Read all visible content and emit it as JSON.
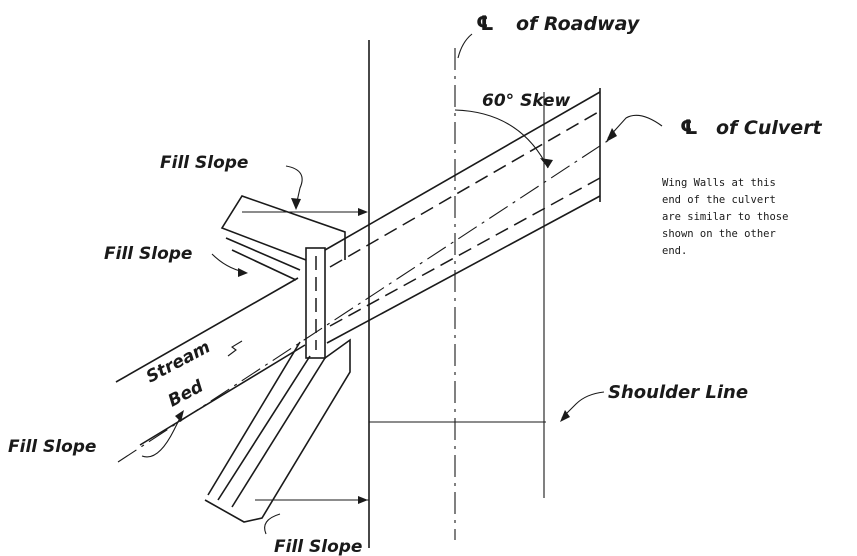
{
  "labels": {
    "roadway_cl": "of Roadway",
    "culvert_cl": "of Culvert",
    "skew": "60° Skew",
    "fill_slope_top": "Fill Slope",
    "fill_slope_left_upper": "Fill Slope",
    "fill_slope_left_lower": "Fill Slope",
    "fill_slope_bottom": "Fill Slope",
    "stream": "Stream",
    "bed": "Bed",
    "shoulder_line": "Shoulder Line",
    "cl_symbol": "℄"
  },
  "note": {
    "line1": "Wing Walls at this",
    "line2": "end of the culvert",
    "line3": "are similar to those",
    "line4": "shown on the other",
    "line5": "end."
  }
}
